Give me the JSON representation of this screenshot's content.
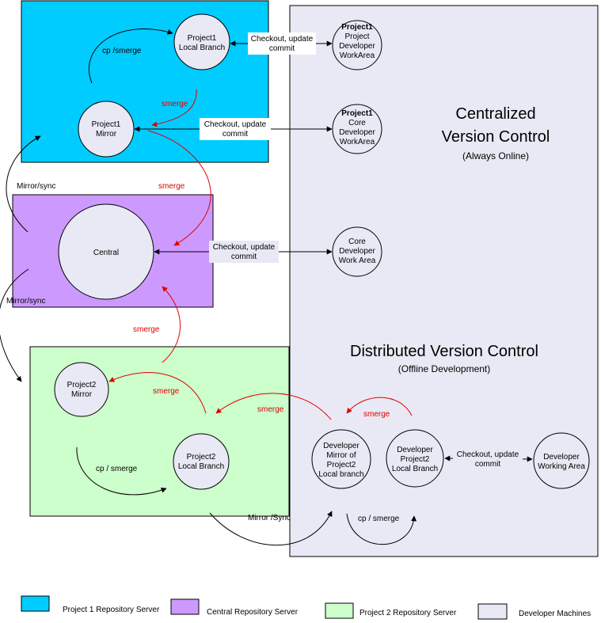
{
  "regions": {
    "dev_title": "Centralized",
    "dev_title2": "Version Control",
    "dev_sub": "(Always Online)",
    "dist_title": "Distributed Version Control",
    "dist_sub": "(Offline Development)"
  },
  "nodes": {
    "p1_local": [
      "Project1",
      "Local Branch"
    ],
    "p1_mirror": [
      "Project1",
      "Mirror"
    ],
    "p1_proj_dev": [
      "Project1",
      "Project",
      "Developer",
      "WorkArea"
    ],
    "p1_core_dev": [
      "Project1",
      "Core",
      "Developer",
      "WorkArea"
    ],
    "central": "Central",
    "core_dev": [
      "Core",
      "Developer",
      "Work Area"
    ],
    "p2_mirror": [
      "Project2",
      "Mirror"
    ],
    "p2_local": [
      "Project2",
      "Local Branch"
    ],
    "dev_mirror": [
      "Developer",
      "Mirror of",
      "Project2",
      "Local branch"
    ],
    "dev_p2_local": [
      "Developer",
      "Project2",
      "Local Branch"
    ],
    "dev_work": [
      "Developer",
      "Working Area"
    ]
  },
  "edges": {
    "cp_smerge_top": "cp /smerge",
    "checkout_1": [
      "Checkout, update",
      "commit"
    ],
    "smerge_1": "smerge",
    "checkout_2": [
      "Checkout, update",
      "commit"
    ],
    "mirror_sync_1": "Mirror/sync",
    "smerge_2": "smerge",
    "checkout_3": [
      "Checkout, update",
      "commit"
    ],
    "mirror_sync_2": "Mirror/sync",
    "smerge_3": "smerge",
    "smerge_4": "smerge",
    "smerge_5": "smerge",
    "smerge_6": "smerge",
    "cp_smerge_p2": "cp / smerge",
    "mirror_sync_3": "Mirror /Sync",
    "cp_smerge_dev": "cp / smerge",
    "checkout_4": [
      "Checkout, update",
      "commit"
    ]
  },
  "legend": [
    {
      "label": "Project 1 Repository Server",
      "color": "#00ccff"
    },
    {
      "label": "Central Repository Server",
      "color": "#cc99ff"
    },
    {
      "label": "Project 2 Repository Server",
      "color": "#ccffcc"
    },
    {
      "label": "Developer Machines",
      "color": "#e8e9f4"
    }
  ]
}
